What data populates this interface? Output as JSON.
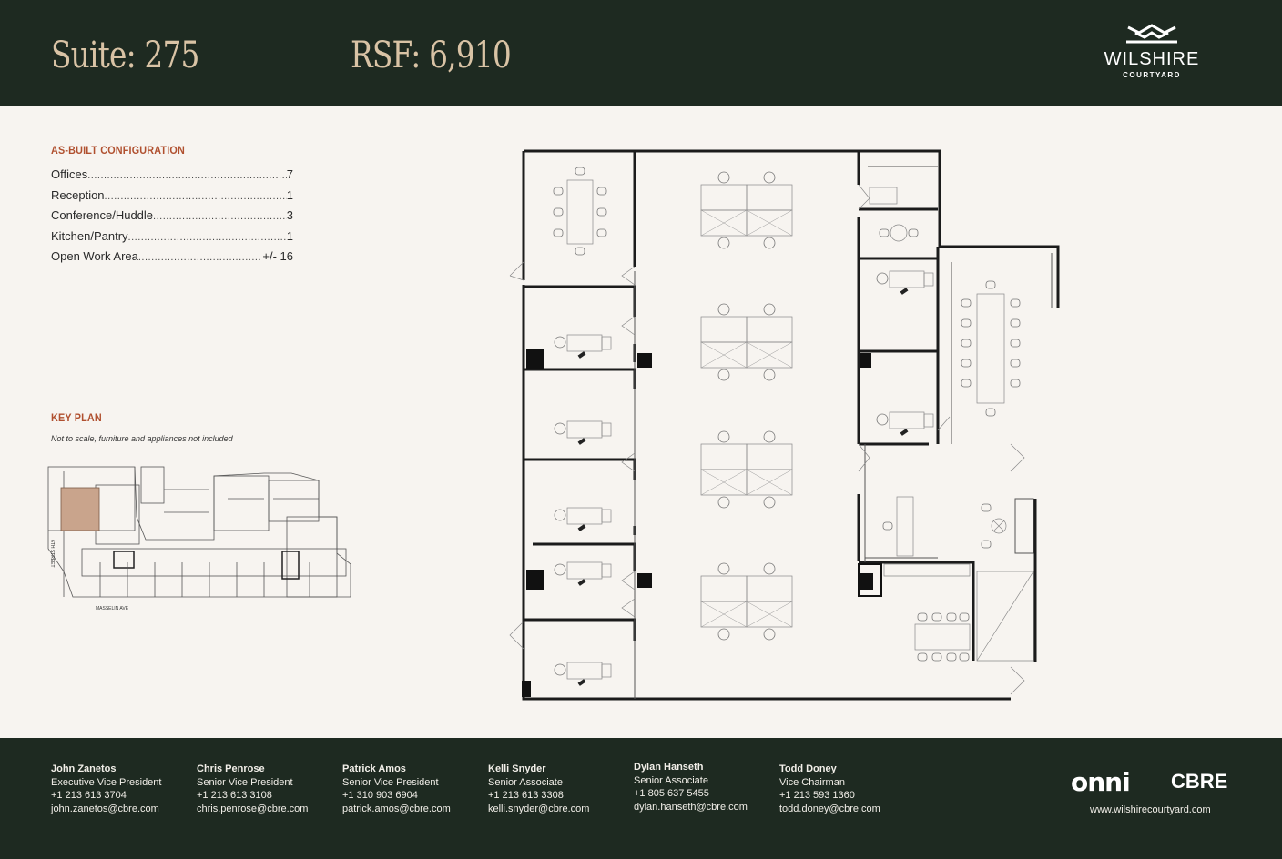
{
  "header": {
    "suite": "Suite: 275",
    "rsf": "RSF: 6,910",
    "brand_name": "WILSHIRE",
    "brand_sub": "COURTYARD"
  },
  "config": {
    "title": "AS-BUILT CONFIGURATION",
    "items": [
      {
        "label": "Offices",
        "value": "7"
      },
      {
        "label": "Reception",
        "value": "1"
      },
      {
        "label": "Conference/Huddle",
        "value": "3"
      },
      {
        "label": "Kitchen/Pantry",
        "value": "1"
      },
      {
        "label": "Open Work Area",
        "value": " +/- 16"
      }
    ]
  },
  "keyplan": {
    "title": "KEY PLAN",
    "note": "Not to scale, furniture and appliances not included",
    "street_left": "6TH STREET",
    "street_bottom": "MASSELIN AVE"
  },
  "contacts": [
    {
      "name": "John Zanetos",
      "title": "Executive Vice President",
      "phone": "+1 213 613 3704",
      "email": "john.zanetos@cbre.com"
    },
    {
      "name": "Chris Penrose",
      "title": "Senior Vice President",
      "phone": "+1 213 613 3108",
      "email": "chris.penrose@cbre.com"
    },
    {
      "name": "Patrick Amos",
      "title": "Senior Vice President",
      "phone": "+1 310 903 6904",
      "email": "patrick.amos@cbre.com"
    },
    {
      "name": "Kelli Snyder",
      "title": "Senior Associate",
      "phone": "+1 213 613 3308",
      "email": "kelli.snyder@cbre.com"
    },
    {
      "name": "Dylan Hanseth",
      "title": "Senior Associate",
      "phone": "+1 805 637 5455",
      "email": "dylan.hanseth@cbre.com"
    },
    {
      "name": "Todd Doney",
      "title": "Vice Chairman",
      "phone": "+1 213 593 1360",
      "email": "todd.doney@cbre.com"
    }
  ],
  "footer": {
    "logo_onni": "onni",
    "logo_cbre": "CBRE",
    "website": "www.wilshirecourtyard.com"
  },
  "colors": {
    "dark_green": "#1e2a21",
    "accent_rust": "#b0502f",
    "header_tan": "#d9c3a5",
    "key_highlight": "#c9a48c"
  }
}
